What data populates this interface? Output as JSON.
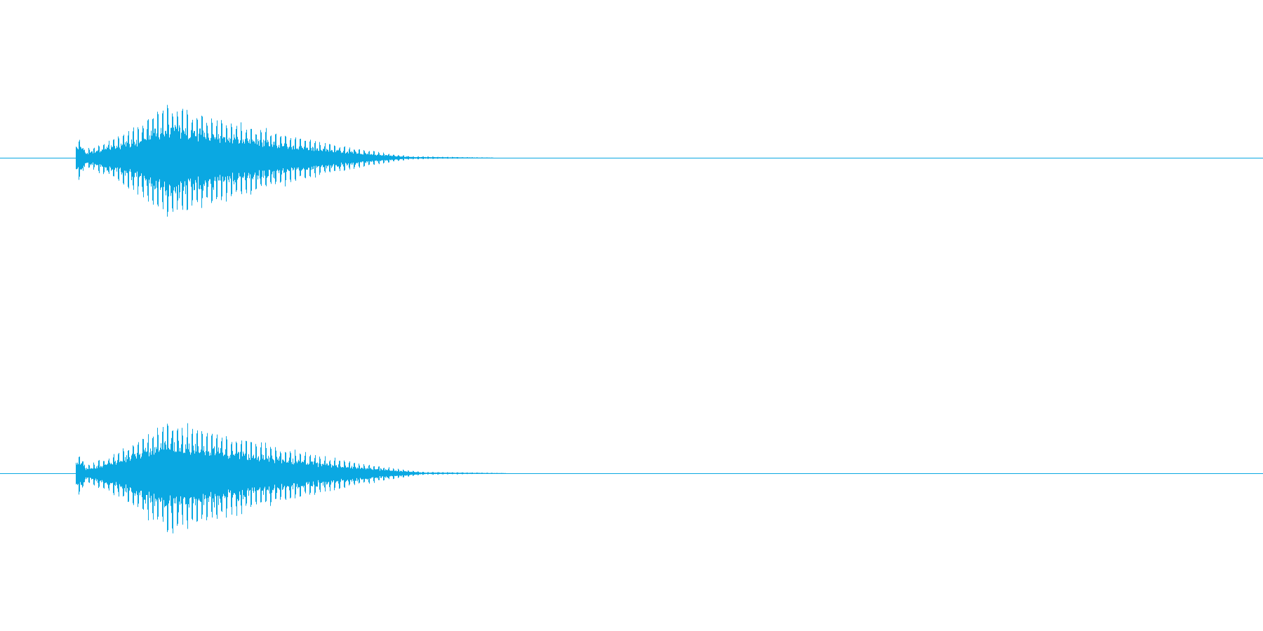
{
  "channels": [
    {
      "name": "",
      "color": "#0aa8e2",
      "peak": 0.95,
      "envelope": {
        "onset": 0.06,
        "attack_peak": 0.13,
        "decay_end": 0.33,
        "tail_end": 0.39,
        "pre_level": 0.14,
        "attack_level": 0.95,
        "tail_level": 0.02
      }
    },
    {
      "name": "",
      "color": "#0aa8e2",
      "peak": 0.95,
      "envelope": {
        "onset": 0.06,
        "attack_peak": 0.13,
        "decay_end": 0.34,
        "tail_end": 0.4,
        "pre_level": 0.14,
        "attack_level": 0.95,
        "tail_level": 0.02
      }
    }
  ]
}
